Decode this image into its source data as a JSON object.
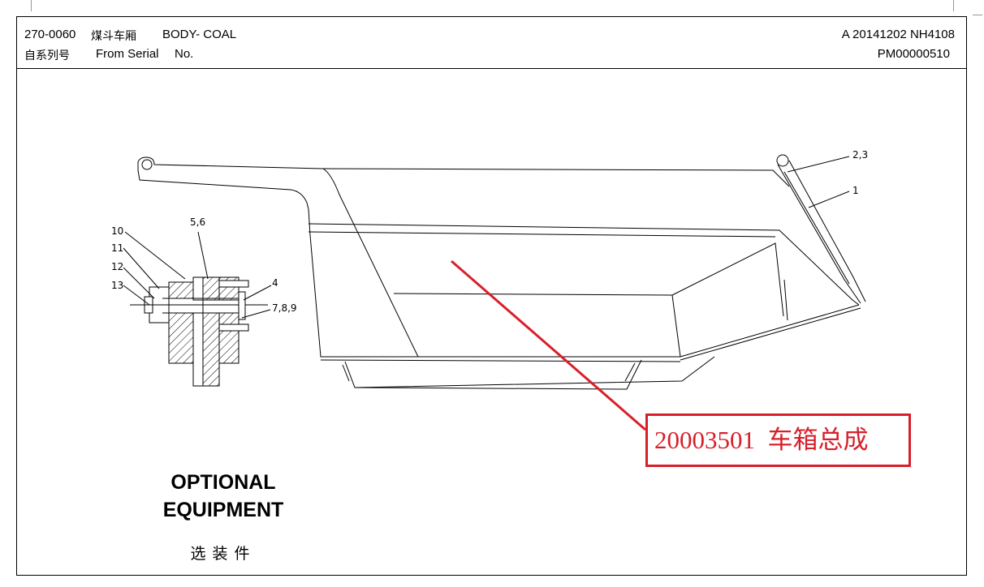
{
  "header": {
    "part_number": "270-0060",
    "title_cn": "煤斗车厢",
    "title_en": "BODY- COAL",
    "revision": "A 20141202 NH4108",
    "serial_label_cn": "自系列号",
    "serial_label_en": "From Serial",
    "serial_no": "No.",
    "serial_value": "PM00000510"
  },
  "callouts": {
    "c1": "1",
    "c23": "2,3",
    "c4": "4",
    "c56": "5,6",
    "c789": "7,8,9",
    "c10": "10",
    "c11": "11",
    "c12": "12",
    "c13": "13"
  },
  "optional": {
    "line1": "OPTIONAL",
    "line2": "EQUIPMENT",
    "cn": "选装件"
  },
  "annotation": {
    "text": "20003501  车箱总成",
    "color": "#d8202a"
  }
}
